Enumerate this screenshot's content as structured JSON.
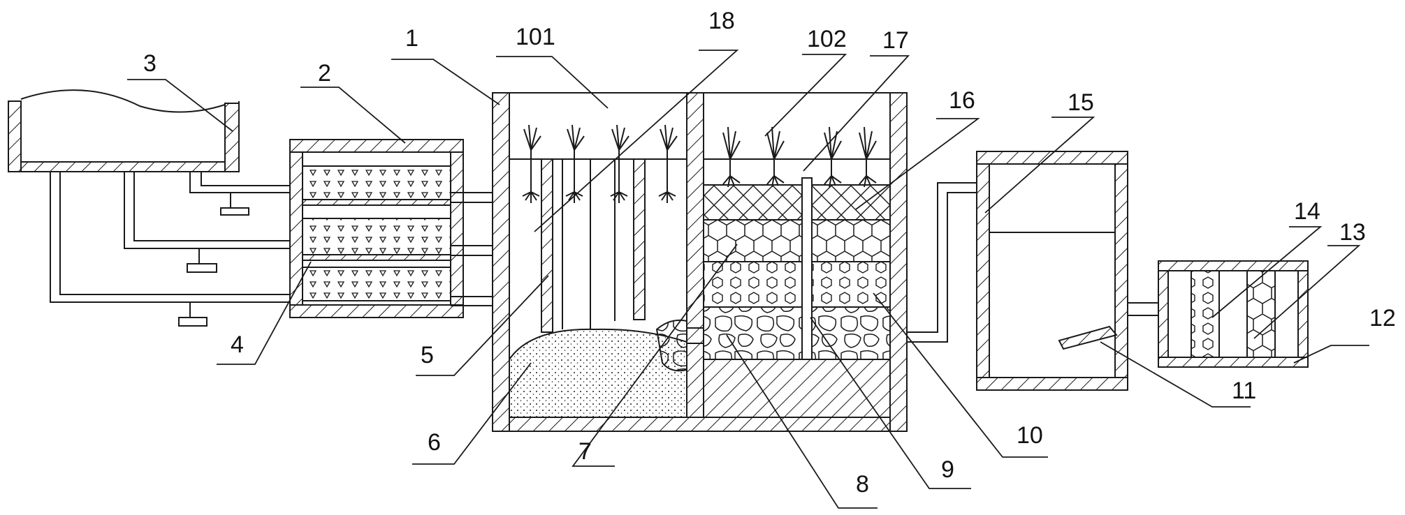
{
  "labels": {
    "l1": "1",
    "l2": "2",
    "l3": "3",
    "l4": "4",
    "l5": "5",
    "l6": "6",
    "l7": "7",
    "l8": "8",
    "l9": "9",
    "l10": "10",
    "l11": "11",
    "l12": "12",
    "l13": "13",
    "l14": "14",
    "l15": "15",
    "l16": "16",
    "l17": "17",
    "l18": "18",
    "l101": "101",
    "l102": "102"
  },
  "colors": {
    "line": "#1a1a1a",
    "background": "#ffffff"
  }
}
